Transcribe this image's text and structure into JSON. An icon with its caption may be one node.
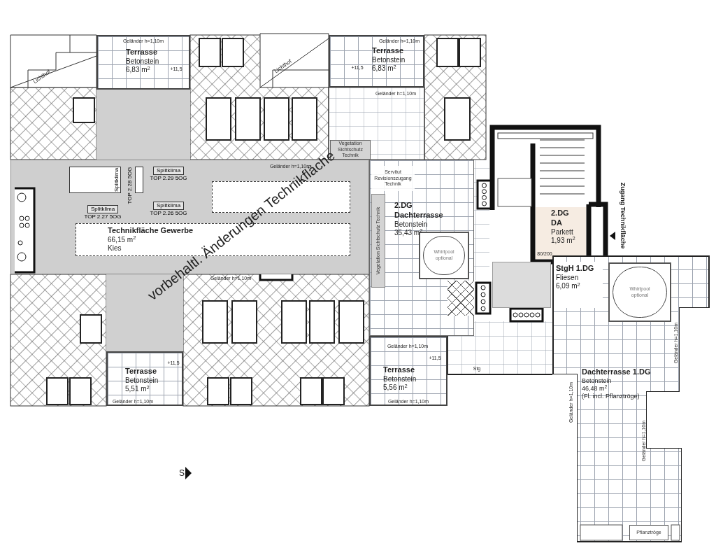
{
  "diagram": {
    "nodes": [
      {
        "text": [
          "Terrasse",
          "Betonstein",
          "6,83 m$^{2}$"
        ]
      },
      {
        "text": [
          "Terrasse",
          "Betonstein",
          "6,83 m$^{2}$"
        ]
      },
      {
        "text": [],
        "shape": "box"
      },
      {
        "text": [
          "Vegetation Sichtschutz Technik"
        ]
      },
      {
        "text": [],
        "shape": "box"
      },
      {
        "text": [
          "Technikfläche Gewerbe",
          "66,15 m$^{2}$",
          "Kies"
        ],
        "in": 4
      },
      {
        "text": [],
        "shape": "box",
        "in": 4
      },
      {
        "text": [
          "Splitklima",
          "TOP 2.28 5OG"
        ],
        "in": 4
      },
      {
        "text": [
          "Splitklima",
          "TOP 2.29 5OG"
        ],
        "in": 4
      },
      {
        "text": [
          "Splitklima",
          "TOP 2.27 5OG"
        ],
        "in": 4
      },
      {
        "text": [
          "Splitklima",
          "TOP 2.26 5OG"
        ],
        "in": 4
      },
      {
        "text": [
          "2.DG",
          "Dachterrasse",
          "Betonstein",
          "35,43 m$^{2}$"
        ]
      },
      {
        "text": [
          "Servitut Revisionszugang Technik"
        ],
        "in": 11
      },
      {
        "text": [
          "Vegetation Sichtschutz Technik"
        ],
        "in": 11
      },
      {
        "text": [
          "Whirlpool optional"
        ],
        "in": 11
      },
      {
        "text": [
          "2.DG",
          "DA",
          "Parkett",
          "1,93 m$^{2}$"
        ]
      },
      {
        "text": [],
        "shape": "box"
      },
      {
        "text": [
          "Dachterrasse 1.DG",
          "Betonstein",
          "46,48 m$^{2}$",
          "(Fl. incl. Pflanztröge)"
        ]
      },
      {
        "text": [
          "StgH 1.DG",
          "Fliesen",
          "6,09 m$^{2}$"
        ],
        "in": 17
      },
      {
        "text": [
          "Whirlpool optional"
        ],
        "in": 17
      },
      {
        "text": [
          "Pflanztröge"
        ],
        "in": 17
      },
      {
        "text": [],
        "shape": "box"
      },
      {
        "text": [
          "Terrasse",
          "Betonstein",
          "5,51 m$^{2}$"
        ]
      },
      {
        "text": [
          "Terrasse",
          "Betonstein",
          "5,56 m$^{2}$"
        ]
      }
    ],
    "edges": [],
    "labels": [
      "Lichthof",
      "Geländer h=1,10m",
      "+11,5",
      "Lichthof",
      "Geländer h=1,10m",
      "+11,5",
      "Geländer h=1,10m",
      "Geländer h=1,10m",
      "vorbehaltl. Änderungen Technikfläche",
      "80/200",
      "Zugang Technikfläche",
      "Geländer h=1,10m",
      "+11,5",
      "Geländer h=1,10m",
      "+11,5",
      "Stg",
      "Geländer h=1,10m",
      "Geländer h=1,10m",
      "Geländer h=1,10m",
      "Geländer h=1,10m",
      "Geländer h=1,10m",
      "S"
    ]
  }
}
